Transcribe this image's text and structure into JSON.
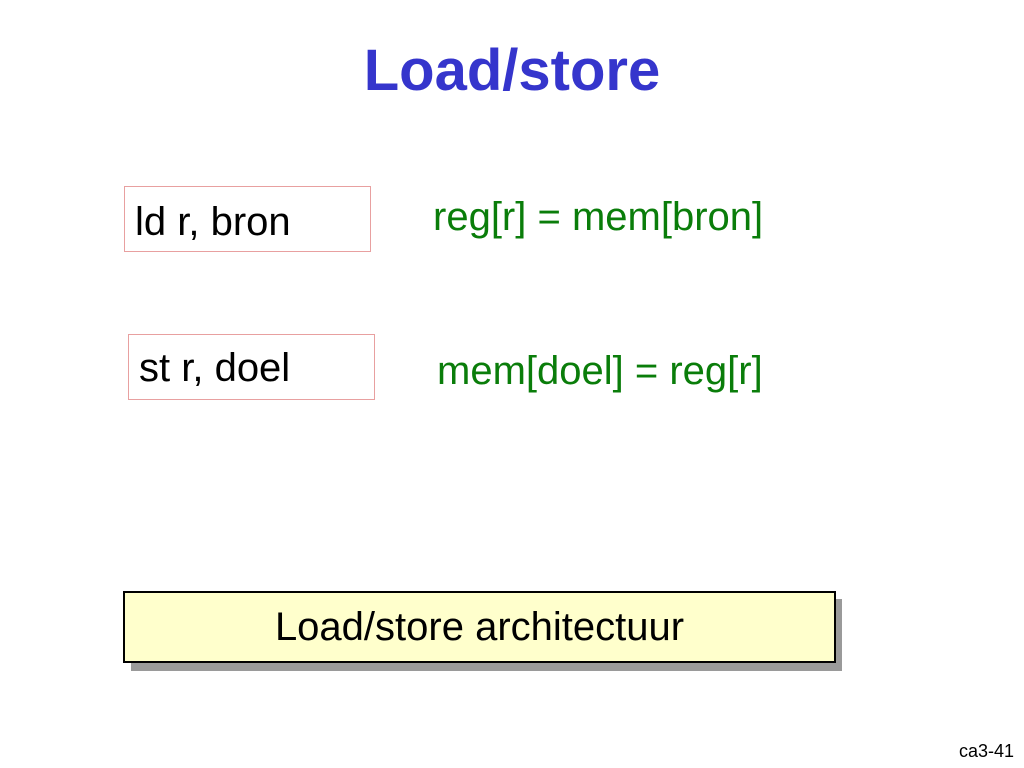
{
  "slide": {
    "title": "Load/store",
    "instructions": [
      {
        "syntax": "ld r, bron",
        "semantics": "reg[r] = mem[bron]"
      },
      {
        "syntax": "st r, doel",
        "semantics": "mem[doel] = reg[r]"
      }
    ],
    "caption": "Load/store architectuur",
    "slide_number": "ca3-41"
  },
  "colors": {
    "title": "#3535cc",
    "semantics": "#0a7d0a",
    "instruction_border": "#e8a0a0",
    "caption_background": "#ffffcc",
    "caption_shadow": "#9a9a9a"
  }
}
